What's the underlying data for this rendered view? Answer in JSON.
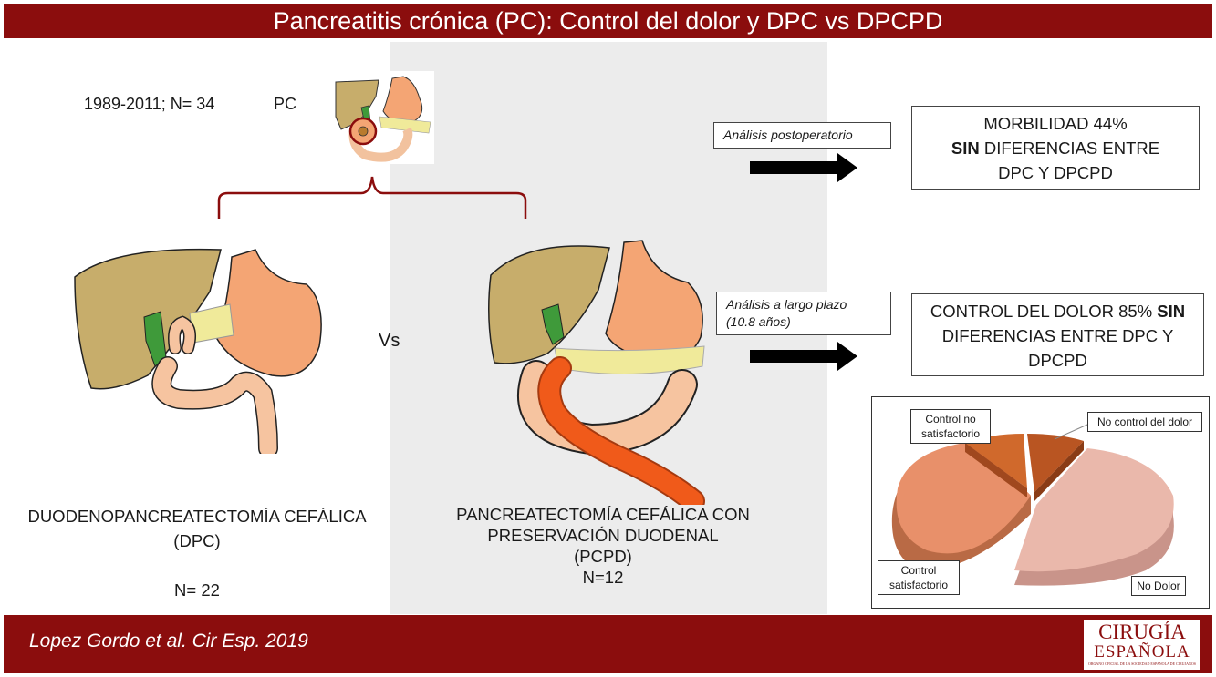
{
  "title": "Pancreatitis crónica (PC): Control del dolor y DPC vs DPCPD",
  "cohort": {
    "period": "1989-2011; N= 34",
    "group": "PC"
  },
  "vs_label": "Vs",
  "procedure_left": {
    "line1": "DUODENOPANCREATECTOMÍA CEFÁLICA",
    "line2": "(DPC)",
    "n": "N= 22"
  },
  "procedure_right": {
    "line1": "PANCREATECTOMÍA CEFÁLICA CON",
    "line2": "PRESERVACIÓN DUODENAL",
    "line3": "(PCPD)",
    "n": "N=12"
  },
  "analysis_post": "Análisis postoperatorio",
  "analysis_long": {
    "line1": "Análisis a largo plazo",
    "line2": "(10.8 años)"
  },
  "result_morbidity": {
    "line1": "MORBILIDAD 44%",
    "line2_bold": "SIN",
    "line2_rest": " DIFERENCIAS ENTRE",
    "line3": "DPC Y DPCPD"
  },
  "result_pain": {
    "line1_pre": "CONTROL DEL DOLOR 85% ",
    "line1_bold": "SIN",
    "line2": "DIFERENCIAS ENTRE DPC Y",
    "line3": "DPCPD"
  },
  "pie_labels": {
    "unsatisfactory_1": "Control no",
    "unsatisfactory_2": "satisfactorio",
    "no_control": "No control del dolor",
    "satisfactory_1": "Control",
    "satisfactory_2": "satisfactorio",
    "no_pain": "No Dolor"
  },
  "colors": {
    "brand": "#8b0d0d",
    "satisfactory": "#e8906a",
    "no_pain": "#eab8ab",
    "unsatisfactory": "#d0692c",
    "no_control": "#b95522"
  },
  "footer": {
    "citation": "Lopez Gordo et al. Cir Esp. 2019"
  },
  "logo": {
    "line1": "CIRUGÍA",
    "line2": "ESPAÑOLA",
    "line3": "ÓRGANO OFICIAL DE LA SOCIEDAD ESPAÑOLA DE CIRUJANOS"
  }
}
